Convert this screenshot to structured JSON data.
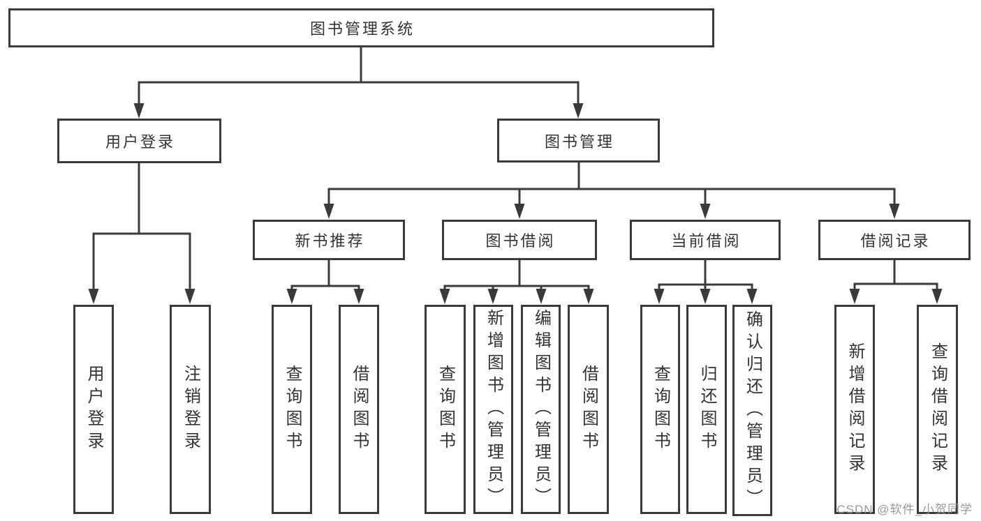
{
  "diagram_type": "hierarchy-tree",
  "tree": {
    "label": "图书管理系统",
    "children": [
      {
        "label": "用户登录",
        "children": [
          {
            "label": "用户登录"
          },
          {
            "label": "注销登录"
          }
        ]
      },
      {
        "label": "图书管理",
        "children": [
          {
            "label": "新书推荐",
            "children": [
              {
                "label": "查询图书"
              },
              {
                "label": "借阅图书"
              }
            ]
          },
          {
            "label": "图书借阅",
            "children": [
              {
                "label": "查询图书"
              },
              {
                "label": "新增图书（管理员）"
              },
              {
                "label": "编辑图书（管理员）"
              },
              {
                "label": "借阅图书"
              }
            ]
          },
          {
            "label": "当前借阅",
            "children": [
              {
                "label": "查询图书"
              },
              {
                "label": "归还图书"
              },
              {
                "label": "确认归还（管理员）"
              }
            ]
          },
          {
            "label": "借阅记录",
            "children": [
              {
                "label": "新增借阅记录"
              },
              {
                "label": "查询借阅记录"
              }
            ]
          }
        ]
      }
    ]
  },
  "watermark": {
    "text": "CSDN @软件_小贺同学"
  },
  "colors": {
    "line": "#3a3a3a",
    "text": "#333333",
    "background": "#ffffff",
    "watermark": "#949494"
  }
}
